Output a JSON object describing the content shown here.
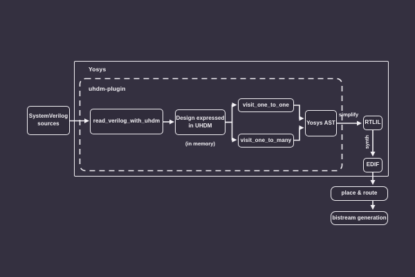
{
  "colors": {
    "background": "#343040",
    "stroke": "#f3f1f5",
    "text": "#f3f1f5"
  },
  "containers": {
    "yosys": {
      "label": "Yosys"
    },
    "uhdm_plugin": {
      "label": "uhdm-plugin"
    }
  },
  "nodes": {
    "sv_sources": {
      "lines": [
        "SystemVerilog",
        "sources"
      ]
    },
    "read_verilog": {
      "label": "read_verilog_with_uhdm"
    },
    "design_uhdm": {
      "lines": [
        "Design expressed",
        "in UHDM"
      ],
      "note": "(in memory)"
    },
    "visit_one_to_one": {
      "label": "visit_one_to_one"
    },
    "visit_one_to_many": {
      "label": "visit_one_to_many"
    },
    "yosys_ast": {
      "label": "Yosys AST"
    },
    "rtlil": {
      "label": "RTLIL"
    },
    "edif": {
      "label": "EDIF"
    },
    "place_route": {
      "label": "place & route"
    },
    "bitstream_gen": {
      "label": "bistream generation"
    }
  },
  "edge_labels": {
    "simplify": "simplify",
    "synth": "synth"
  },
  "edges": [
    {
      "from": "systemverilog-sources",
      "to": "read_verilog_with_uhdm"
    },
    {
      "from": "read_verilog_with_uhdm",
      "to": "design-expressed-in-uhdm"
    },
    {
      "from": "design-expressed-in-uhdm",
      "to": "visit_one_to_one"
    },
    {
      "from": "design-expressed-in-uhdm",
      "to": "visit_one_to_many"
    },
    {
      "from": "visit_one_to_one",
      "to": "yosys-ast"
    },
    {
      "from": "visit_one_to_many",
      "to": "yosys-ast"
    },
    {
      "from": "yosys-ast",
      "to": "rtlil",
      "label": "simplify"
    },
    {
      "from": "rtlil",
      "to": "edif",
      "label": "synth"
    },
    {
      "from": "edif",
      "to": "place-and-route"
    },
    {
      "from": "place-and-route",
      "to": "bistream-generation"
    }
  ]
}
